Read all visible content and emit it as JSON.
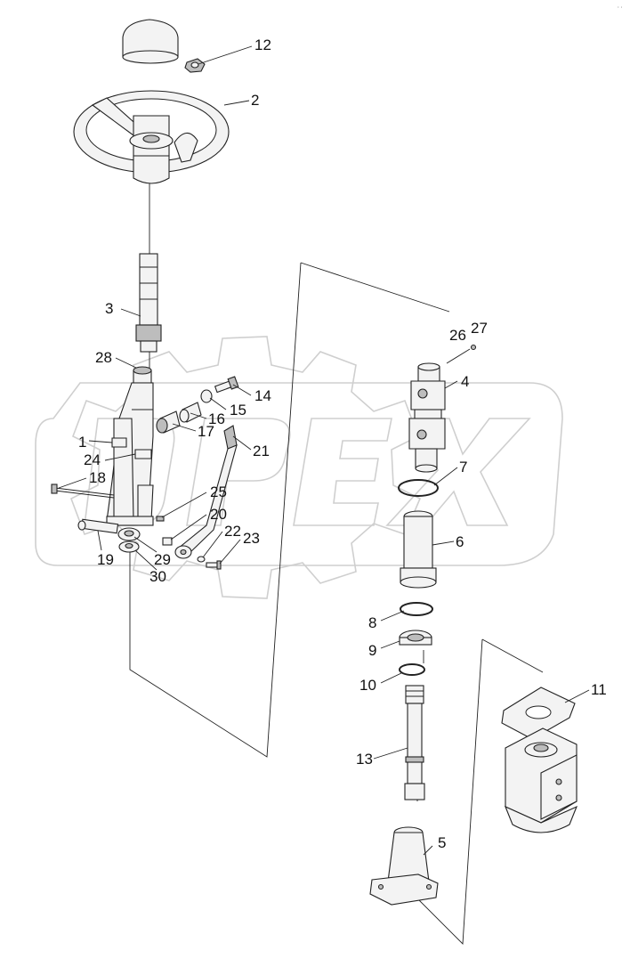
{
  "corner_code": "··",
  "callouts": [
    {
      "id": "1",
      "text": "1"
    },
    {
      "id": "2",
      "text": "2"
    },
    {
      "id": "3",
      "text": "3"
    },
    {
      "id": "4",
      "text": "4"
    },
    {
      "id": "5",
      "text": "5"
    },
    {
      "id": "6",
      "text": "6"
    },
    {
      "id": "7",
      "text": "7"
    },
    {
      "id": "8",
      "text": "8"
    },
    {
      "id": "9",
      "text": "9"
    },
    {
      "id": "10",
      "text": "10"
    },
    {
      "id": "11",
      "text": "11"
    },
    {
      "id": "12",
      "text": "12"
    },
    {
      "id": "13",
      "text": "13"
    },
    {
      "id": "14",
      "text": "14"
    },
    {
      "id": "15",
      "text": "15"
    },
    {
      "id": "16",
      "text": "16"
    },
    {
      "id": "17",
      "text": "17"
    },
    {
      "id": "18",
      "text": "18"
    },
    {
      "id": "19",
      "text": "19"
    },
    {
      "id": "20",
      "text": "20"
    },
    {
      "id": "21",
      "text": "21"
    },
    {
      "id": "22",
      "text": "22"
    },
    {
      "id": "23",
      "text": "23"
    },
    {
      "id": "24",
      "text": "24"
    },
    {
      "id": "25",
      "text": "25"
    },
    {
      "id": "26",
      "text": "26"
    },
    {
      "id": "27",
      "text": "27"
    },
    {
      "id": "28",
      "text": "28"
    },
    {
      "id": "29",
      "text": "29"
    },
    {
      "id": "30",
      "text": "30"
    }
  ]
}
